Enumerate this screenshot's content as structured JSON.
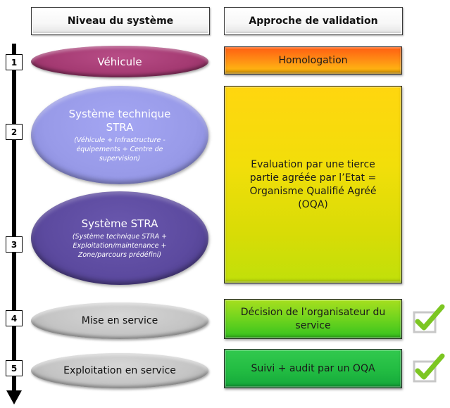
{
  "headers": {
    "system_level": "Niveau du système",
    "validation_approach": "Approche de validation"
  },
  "steps": [
    {
      "number": "1"
    },
    {
      "number": "2"
    },
    {
      "number": "3"
    },
    {
      "number": "4"
    },
    {
      "number": "5"
    }
  ],
  "levels": [
    {
      "title": "Véhicule",
      "subtitle": "",
      "color": "#a43a72"
    },
    {
      "title": "Système technique STRA",
      "subtitle": "(Véhicule + Infrastructure - équipements + Centre de supervision)",
      "color": "#989ae8"
    },
    {
      "title": "Système STRA",
      "subtitle": "(Système technique STRA + Exploitation/maintenance + Zone/parcours prédéfini)",
      "color": "#5c4a9f"
    },
    {
      "title": "Mise en service",
      "subtitle": "",
      "color": "#c4c4c4"
    },
    {
      "title": "Exploitation en service",
      "subtitle": "",
      "color": "#c4c4c4"
    }
  ],
  "approaches": [
    {
      "text": "Homologation",
      "color": "#ff8a14"
    },
    {
      "text": "Evaluation par une tierce partie agréée par l’Etat = Organisme Qualifié Agréé (OQA)",
      "color": "#f2de0a"
    },
    {
      "text": "Décision de l’organisateur du service",
      "color": "#6fd41e",
      "checked": true
    },
    {
      "text": "Suivi + audit par un OQA",
      "color": "#22bc42",
      "checked": true
    }
  ],
  "icons": {
    "timeline_arrow": "arrow-down-icon",
    "check": "checkbox-checked-icon"
  },
  "colors": {
    "check_green": "#7cc622",
    "check_box_gray": "#c8c8c8"
  }
}
